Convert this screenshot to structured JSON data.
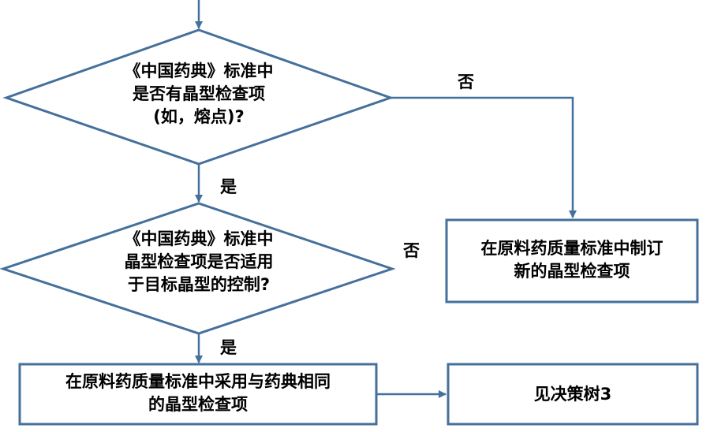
{
  "decision1": {
    "lines": [
      "《中国药典》标准中",
      "是否有晶型检查项",
      "(如，熔点)?"
    ]
  },
  "decision2": {
    "lines": [
      "《中国药典》标准中",
      "晶型检查项是否适用",
      "于目标晶型的控制?"
    ]
  },
  "box_new_standard": {
    "lines": [
      "在原料药质量标准中制订",
      "新的晶型检查项"
    ]
  },
  "box_adopt": {
    "lines": [
      "在原料药质量标准中采用与药典相同",
      "的晶型检查项"
    ]
  },
  "box_see_tree": {
    "text": "见决策树3"
  },
  "labels": {
    "no1": "否",
    "yes1": "是",
    "no2": "否",
    "yes2": "是"
  },
  "colors": {
    "stroke": "#44709b",
    "text": "#000000",
    "background": "#ffffff"
  }
}
